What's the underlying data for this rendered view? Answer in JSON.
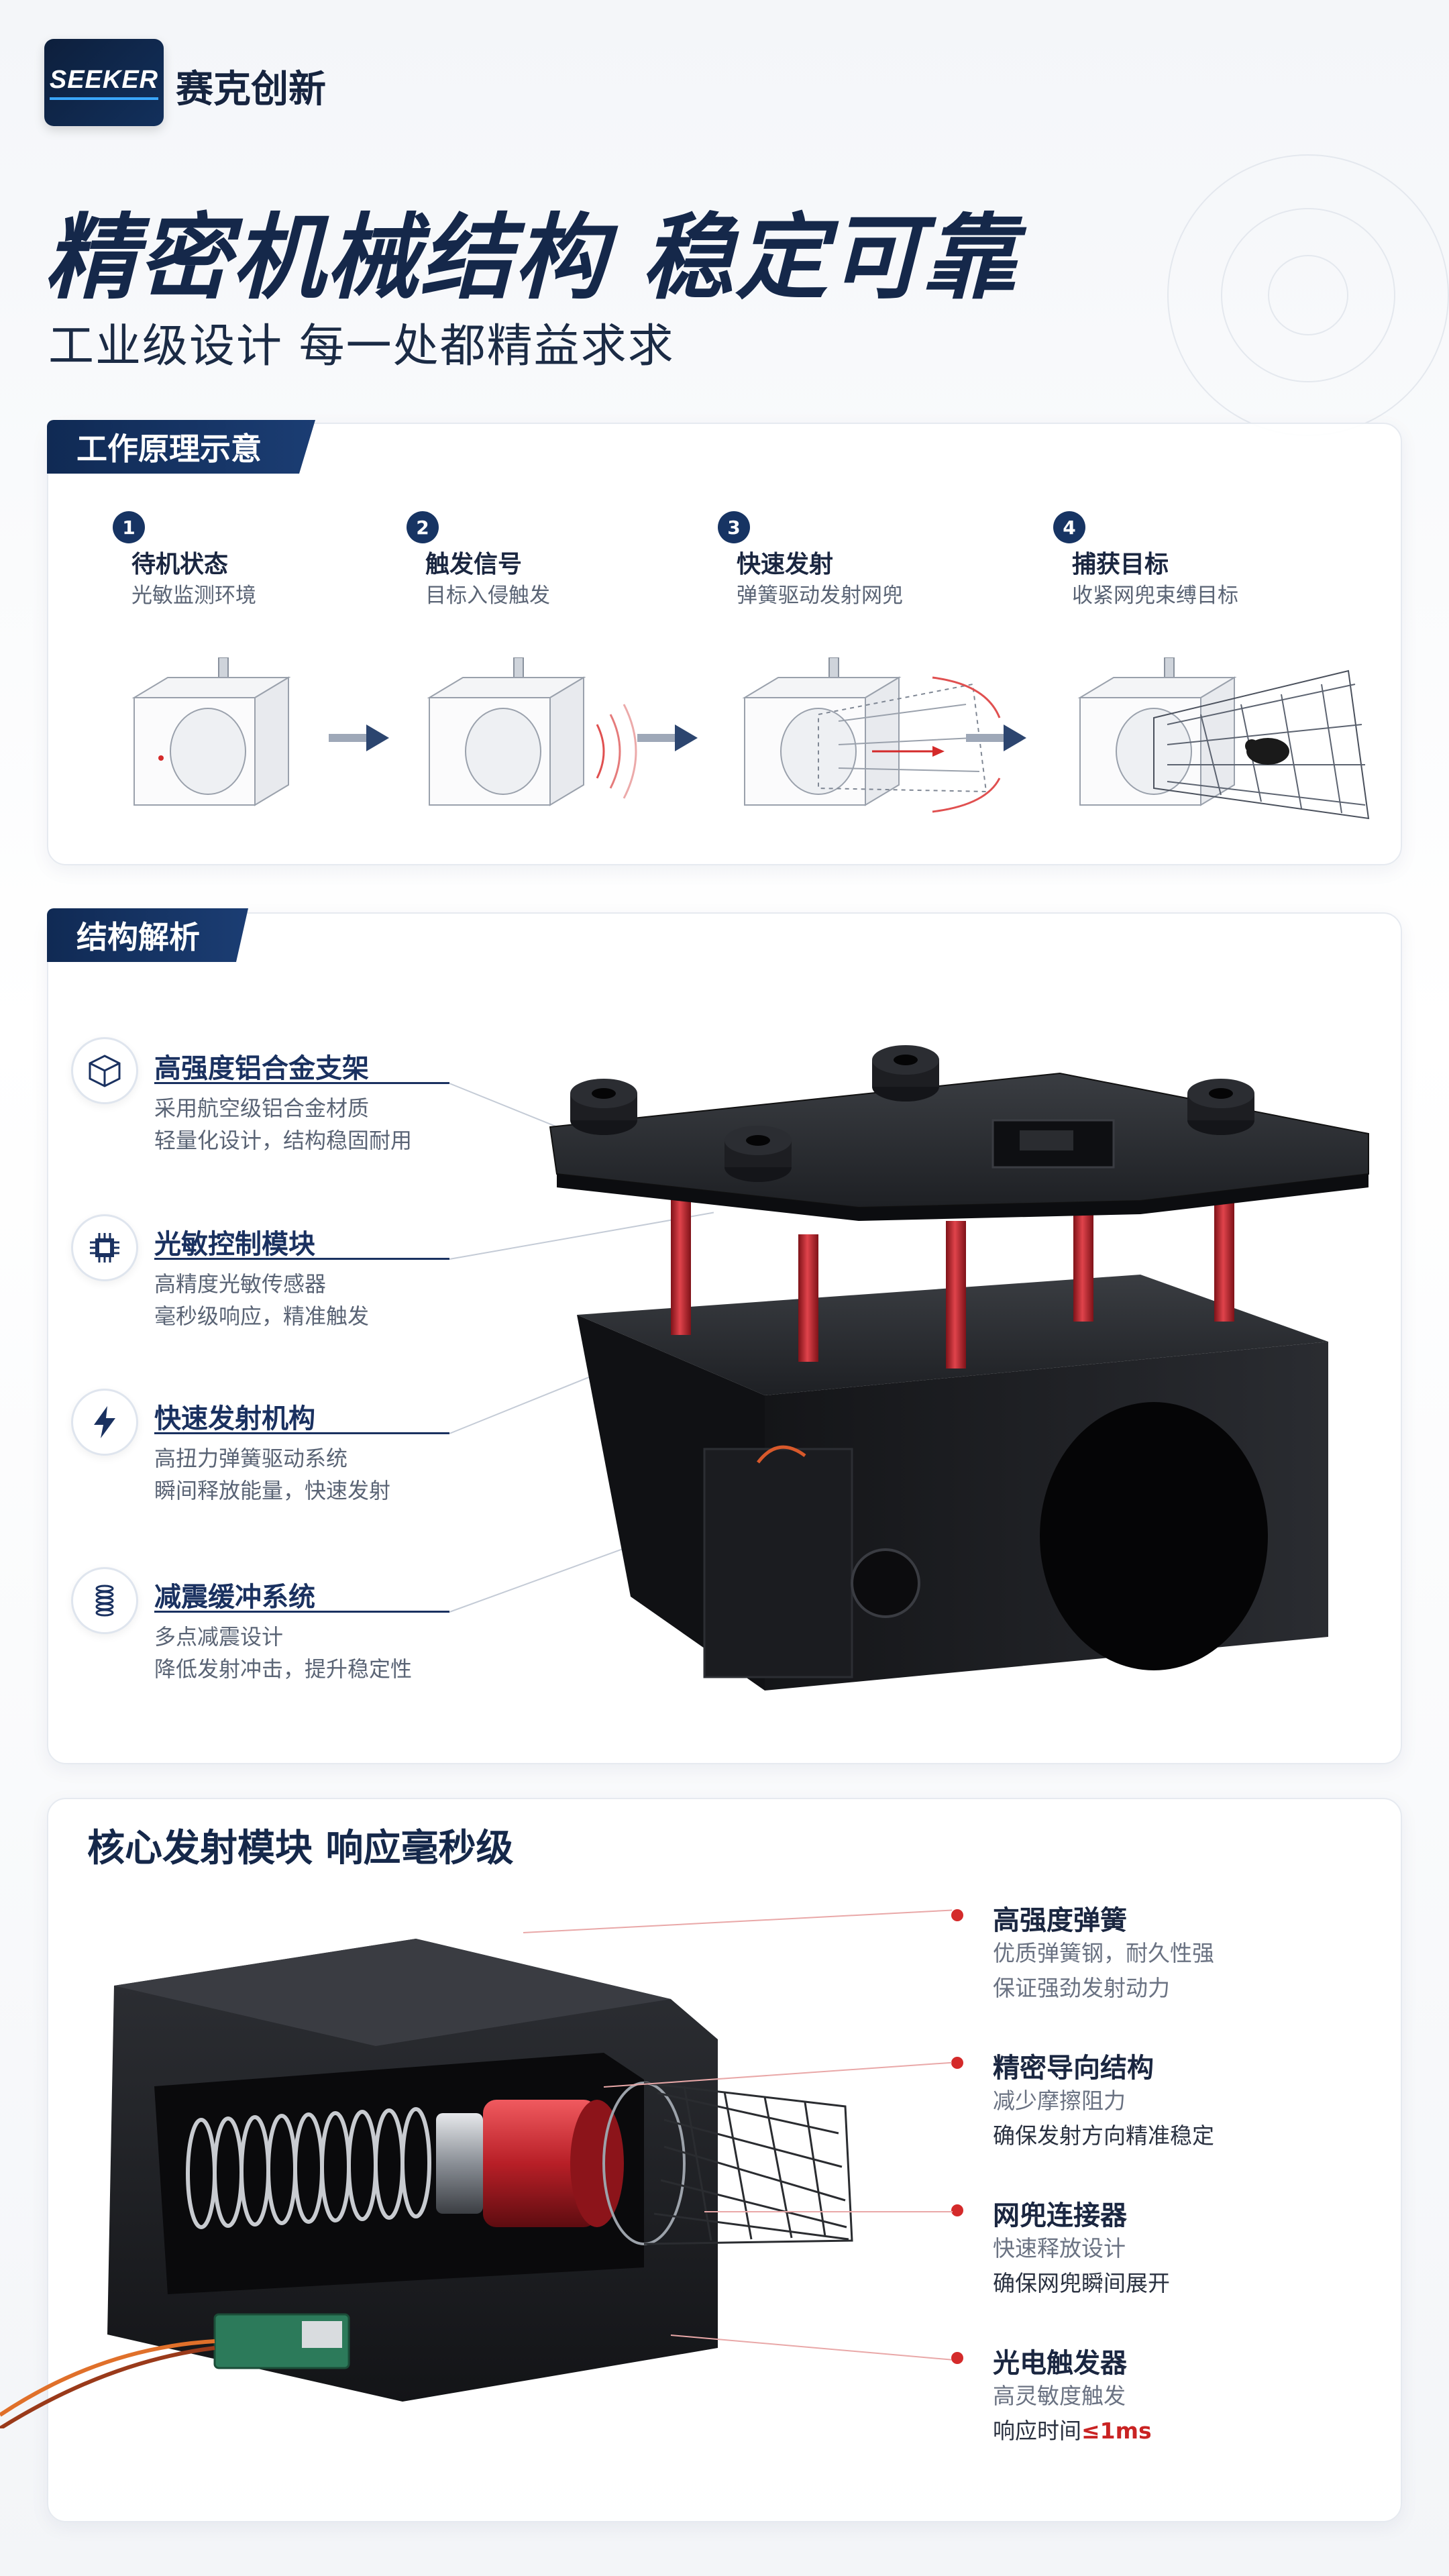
{
  "header": {
    "logo_text": "SEEKER",
    "brand_name": "赛克创新",
    "title": "精密机械结构 稳定可靠",
    "subtitle": "工业级设计  每一处都精益求求"
  },
  "principle": {
    "section_label": "工作原理示意",
    "steps": [
      {
        "num": "1",
        "title": "待机状态",
        "desc": "光敏监测环境"
      },
      {
        "num": "2",
        "title": "触发信号",
        "desc": "目标入侵触发"
      },
      {
        "num": "3",
        "title": "快速发射",
        "desc": "弹簧驱动发射网兜"
      },
      {
        "num": "4",
        "title": "捕获目标",
        "desc": "收紧网兜束缚目标"
      }
    ]
  },
  "structure": {
    "section_label": "结构解析",
    "features": [
      {
        "icon": "cube-icon",
        "title": "高强度铝合金支架",
        "desc1": "采用航空级铝合金材质",
        "desc2": "轻量化设计，结构稳固耐用"
      },
      {
        "icon": "chip-icon",
        "title": "光敏控制模块",
        "desc1": "高精度光敏传感器",
        "desc2": "毫秒级响应，精准触发"
      },
      {
        "icon": "lightning-icon",
        "title": "快速发射机构",
        "desc1": "高扭力弹簧驱动系统",
        "desc2": "瞬间释放能量，快速发射"
      },
      {
        "icon": "spring-icon",
        "title": "减震缓冲系统",
        "desc1": "多点减震设计",
        "desc2": "降低发射冲击，提升稳定性"
      }
    ]
  },
  "core": {
    "title": "核心发射模块 响应毫秒级",
    "items": [
      {
        "label": "高强度弹簧",
        "desc1": "优质弹簧钢，耐久性强",
        "desc2": "保证强劲发射动力"
      },
      {
        "label": "精密导向结构",
        "desc1": "减少摩擦阻力",
        "desc2": "确保发射方向精准稳定"
      },
      {
        "label": "网兜连接器",
        "desc1": "快速释放设计",
        "desc2": "确保网兜瞬间展开"
      },
      {
        "label": "光电触发器",
        "desc1": "高灵敏度触发",
        "desc2_prefix": "响应时间",
        "desc2_value": "≤1ms"
      }
    ]
  },
  "colors": {
    "navy": "#15284a",
    "accent_red": "#d42a2a",
    "rod_red": "#c8242c"
  }
}
